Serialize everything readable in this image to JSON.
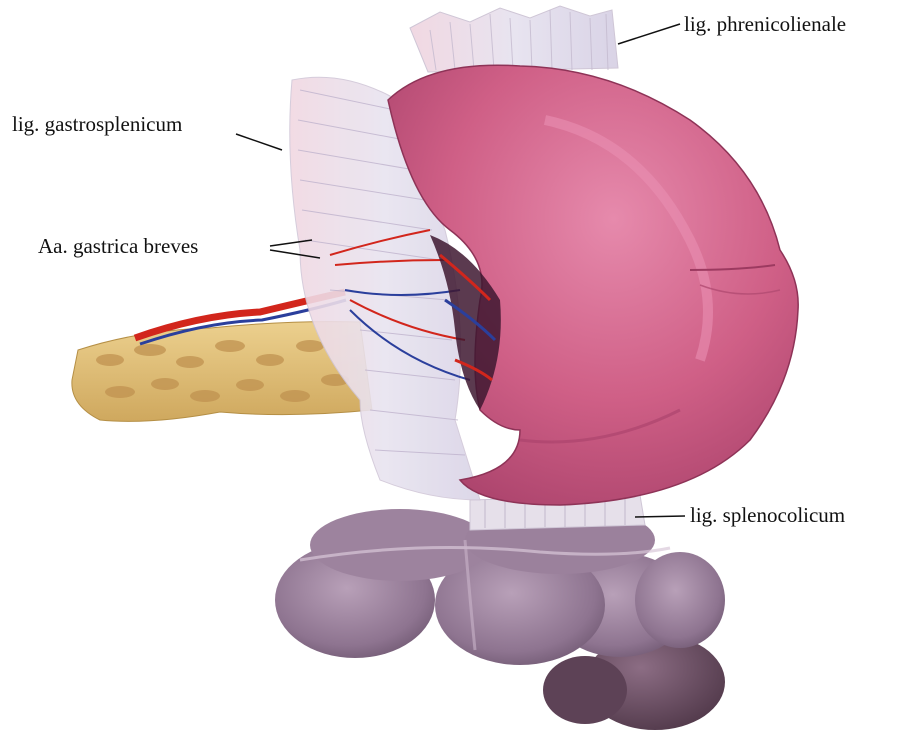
{
  "labels": {
    "phrenicolienale": "lig. phrenicolienale",
    "gastrosplenicum": "lig. gastrosplenicum",
    "gastrica_breves": "Aa. gastrica breves",
    "splenocolicum": "lig. splenocolicum"
  },
  "colors": {
    "spleen": "#c9587f",
    "spleen_light": "#e27fa3",
    "spleen_dark": "#9c3a60",
    "ligament": "#e9e3ef",
    "colon": "#8f7590",
    "colon_light": "#b39bb3",
    "pancreas": "#e0bf78",
    "artery": "#d2261c",
    "vein": "#2b3f9c"
  }
}
